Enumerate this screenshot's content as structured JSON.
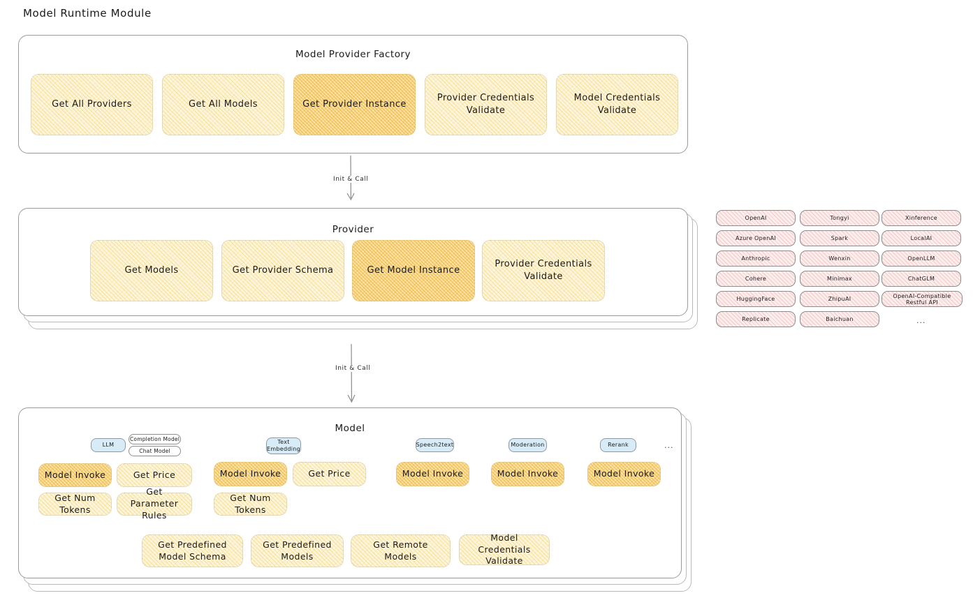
{
  "page": {
    "title": "Model Runtime Module"
  },
  "factory": {
    "title": "Model Provider Factory",
    "boxes": [
      {
        "label": "Get All Providers",
        "highlight": false
      },
      {
        "label": "Get All Models",
        "highlight": false
      },
      {
        "label": "Get Provider Instance",
        "highlight": true
      },
      {
        "label": "Provider Credentials Validate",
        "highlight": false
      },
      {
        "label": "Model Credentials Validate",
        "highlight": false
      }
    ]
  },
  "connector1": {
    "label": "Init & Call"
  },
  "provider": {
    "title": "Provider",
    "boxes": [
      {
        "label": "Get Models",
        "highlight": false
      },
      {
        "label": "Get Provider Schema",
        "highlight": false
      },
      {
        "label": "Get Model Instance",
        "highlight": true
      },
      {
        "label": "Provider Credentials Validate",
        "highlight": false
      }
    ]
  },
  "provider_list": {
    "columns": [
      {
        "items": [
          "OpenAI",
          "Azure OpenAI",
          "Anthropic",
          "Cohere",
          "HuggingFace",
          "Replicate"
        ]
      },
      {
        "items": [
          "Tongyi",
          "Spark",
          "Wenxin",
          "Minimax",
          "ZhipuAI",
          "Baichuan"
        ]
      },
      {
        "items": [
          "Xinference",
          "LocalAI",
          "OpenLLM",
          "ChatGLM",
          "OpenAI-Compatible Restful API"
        ]
      }
    ],
    "more": "..."
  },
  "connector2": {
    "label": "Init & Call"
  },
  "model": {
    "title": "Model",
    "more": "...",
    "types": [
      {
        "badge": "LLM",
        "sub_badges": [
          "Completion Model",
          "Chat Model"
        ],
        "ops": [
          {
            "label": "Model Invoke",
            "highlight": true
          },
          {
            "label": "Get Price",
            "highlight": false
          },
          {
            "label": "Get Num Tokens",
            "highlight": false
          },
          {
            "label": "Get Parameter Rules",
            "highlight": false
          }
        ]
      },
      {
        "badge": "Text Embedding",
        "sub_badges": [],
        "ops": [
          {
            "label": "Model Invoke",
            "highlight": true
          },
          {
            "label": "Get Price",
            "highlight": false
          },
          {
            "label": "Get Num Tokens",
            "highlight": false
          }
        ]
      },
      {
        "badge": "Speech2text",
        "sub_badges": [],
        "ops": [
          {
            "label": "Model Invoke",
            "highlight": true
          }
        ]
      },
      {
        "badge": "Moderation",
        "sub_badges": [],
        "ops": [
          {
            "label": "Model Invoke",
            "highlight": true
          }
        ]
      },
      {
        "badge": "Rerank",
        "sub_badges": [],
        "ops": [
          {
            "label": "Model Invoke",
            "highlight": true
          }
        ]
      }
    ],
    "shared_ops": [
      {
        "label": "Get Predefined Model Schema"
      },
      {
        "label": "Get Predefined Models"
      },
      {
        "label": "Get Remote Models"
      },
      {
        "label": "Model Credentials Validate"
      }
    ]
  },
  "colors": {
    "hatch_normal": "#fdf6dd",
    "hatch_highlight": "#fbe3ac",
    "provider_chip": "#fdeeee",
    "type_badge": "#d8ecf7",
    "card_border": "#9a9a9a"
  }
}
